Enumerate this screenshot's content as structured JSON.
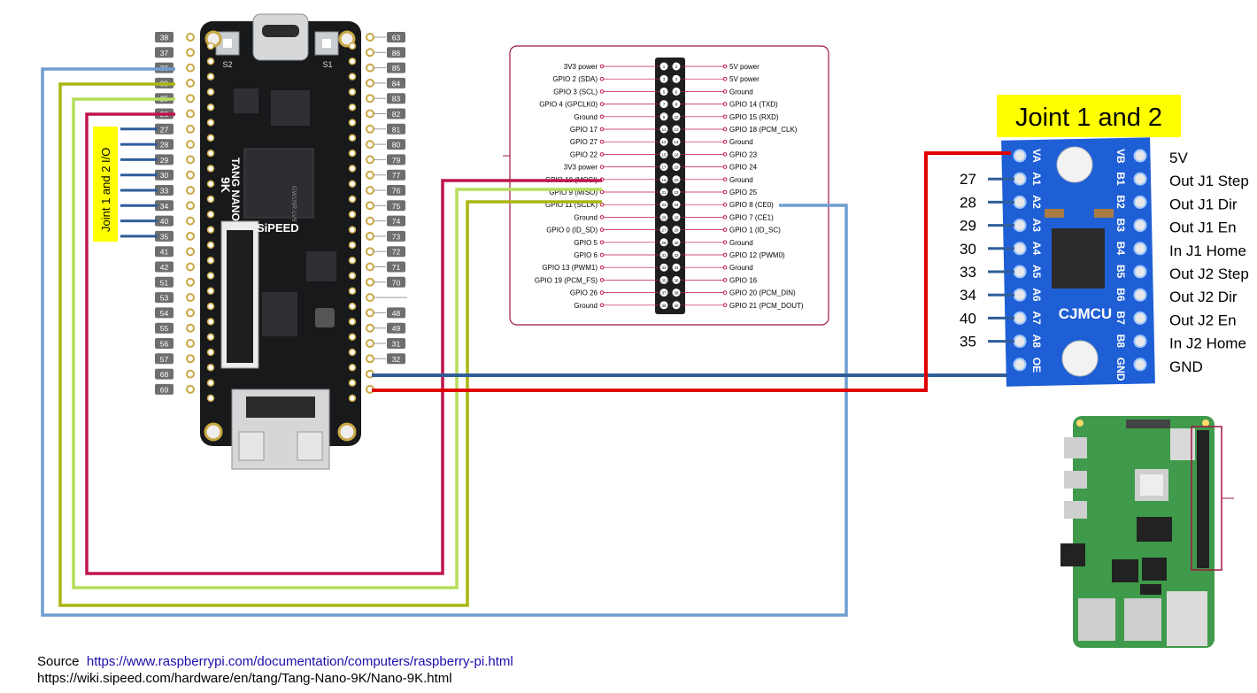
{
  "board": {
    "left_pins": [
      "38",
      "37",
      "36",
      "39",
      "25",
      "26",
      "27",
      "28",
      "29",
      "30",
      "33",
      "34",
      "40",
      "35",
      "41",
      "42",
      "51",
      "53",
      "54",
      "55",
      "56",
      "57",
      "68",
      "69"
    ],
    "right_pins": [
      "63",
      "86",
      "85",
      "84",
      "83",
      "82",
      "81",
      "80",
      "79",
      "77",
      "76",
      "75",
      "74",
      "73",
      "72",
      "71",
      "70",
      "",
      "48",
      "49",
      "31",
      "32",
      "",
      ""
    ],
    "silk": {
      "s2": "S2",
      "s1": "S1",
      "name": "TANG NANO",
      "model": "9K",
      "brand": "SiPEED"
    },
    "io_label": "Joint 1 and 2 I/O"
  },
  "header": {
    "left": [
      "3V3 power",
      "GPIO 2 (SDA)",
      "GPIO 3 (SCL)",
      "GPIO 4 (GPCLK0)",
      "Ground",
      "GPIO 17",
      "GPIO 27",
      "GPIO 22",
      "3V3 power",
      "GPIO 10 (MOSI)",
      "GPIO 9 (MISO)",
      "GPIO 11 (SCLK)",
      "Ground",
      "GPIO 0 (ID_SD)",
      "GPIO 5",
      "GPIO 6",
      "GPIO 13 (PWM1)",
      "GPIO 19 (PCM_FS)",
      "GPIO 26",
      "Ground"
    ],
    "right": [
      "5V power",
      "5V power",
      "Ground",
      "GPIO 14 (TXD)",
      "GPIO 15 (RXD)",
      "GPIO 18 (PCM_CLK)",
      "Ground",
      "GPIO 23",
      "GPIO 24",
      "Ground",
      "GPIO 25",
      "GPIO 8 (CE0)",
      "GPIO 7 (CE1)",
      "GPIO 1 (ID_SC)",
      "Ground",
      "GPIO 12 (PWM0)",
      "Ground",
      "GPIO 16",
      "GPIO 20 (PCM_DIN)",
      "GPIO 21 (PCM_DOUT)"
    ]
  },
  "shifter": {
    "title": "Joint 1 and 2",
    "brand": "CJMCU",
    "left_pins": [
      "VA",
      "A1",
      "A2",
      "A3",
      "A4",
      "A5",
      "A6",
      "A7",
      "A8",
      "OE"
    ],
    "right_pins": [
      "VB",
      "B1",
      "B2",
      "B3",
      "B4",
      "B5",
      "B6",
      "B7",
      "B8",
      "GND"
    ],
    "pin_numbers": [
      "27",
      "28",
      "29",
      "30",
      "33",
      "34",
      "40",
      "35"
    ],
    "functions": [
      "5V",
      "Out J1 Step",
      "Out J1 Dir",
      "Out J1 En",
      "In J1 Home",
      "Out J2 Step",
      "Out J2 Dir",
      "Out J2 En",
      "In J2 Home",
      "GND"
    ]
  },
  "source": {
    "label": "Source",
    "url1": "https://www.raspberrypi.com/documentation/computers/raspberry-pi.html",
    "url2": "https://wiki.sipeed.com/hardware/en/tang/Tang-Nano-9K/Nano-9K.html"
  },
  "colors": {
    "wire_blue": "#6f9ed0",
    "wire_olive": "#aab514",
    "wire_lime": "#b5dd5a",
    "wire_crimson": "#c0154a",
    "wire_red": "#e00000",
    "wire_navy": "#2f5d9a",
    "board": "#17191b",
    "gold": "#c9a742",
    "shifter": "#1f5fd6",
    "title_bg": "#ffff00",
    "frame": "#a0173f"
  }
}
